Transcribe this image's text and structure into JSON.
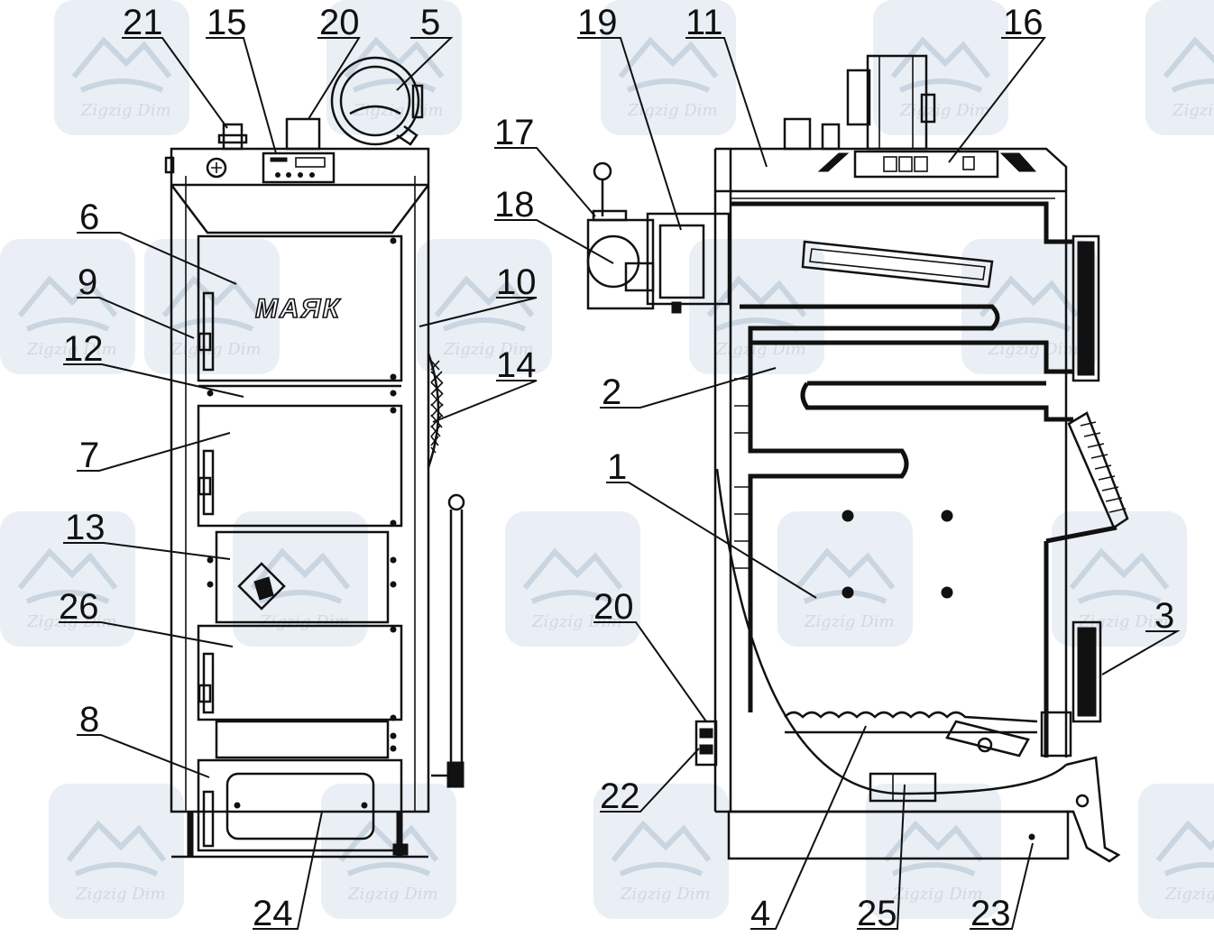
{
  "brand_plate": "МАЯК",
  "watermark": "Zigzig Dim",
  "callouts": [
    {
      "id": "21",
      "label": "21"
    },
    {
      "id": "15",
      "label": "15"
    },
    {
      "id": "20a",
      "label": "20"
    },
    {
      "id": "5",
      "label": "5"
    },
    {
      "id": "6",
      "label": "6"
    },
    {
      "id": "9",
      "label": "9"
    },
    {
      "id": "12",
      "label": "12"
    },
    {
      "id": "7",
      "label": "7"
    },
    {
      "id": "13",
      "label": "13"
    },
    {
      "id": "26",
      "label": "26"
    },
    {
      "id": "8",
      "label": "8"
    },
    {
      "id": "24",
      "label": "24"
    },
    {
      "id": "10",
      "label": "10"
    },
    {
      "id": "14",
      "label": "14"
    },
    {
      "id": "19",
      "label": "19"
    },
    {
      "id": "11",
      "label": "11"
    },
    {
      "id": "16",
      "label": "16"
    },
    {
      "id": "17",
      "label": "17"
    },
    {
      "id": "18",
      "label": "18"
    },
    {
      "id": "2",
      "label": "2"
    },
    {
      "id": "1",
      "label": "1"
    },
    {
      "id": "20b",
      "label": "20"
    },
    {
      "id": "22",
      "label": "22"
    },
    {
      "id": "3",
      "label": "3"
    },
    {
      "id": "4",
      "label": "4"
    },
    {
      "id": "25",
      "label": "25"
    },
    {
      "id": "23",
      "label": "23"
    }
  ]
}
